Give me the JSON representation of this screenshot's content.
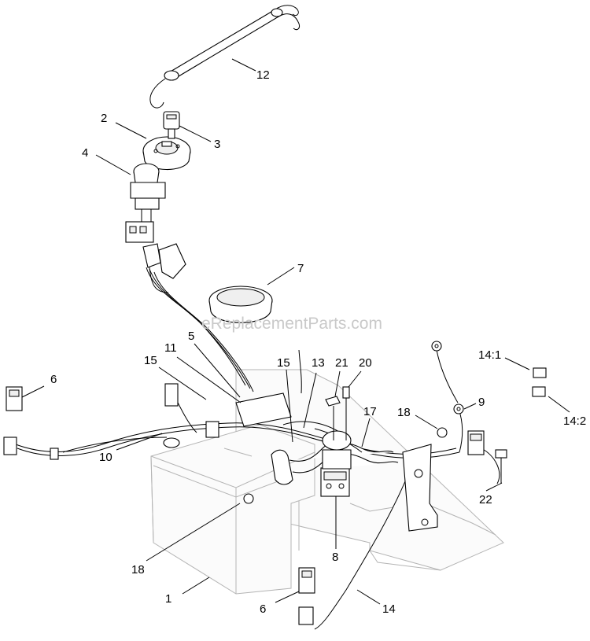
{
  "watermark": "eReplacementParts.com",
  "callouts": {
    "c1": "1",
    "c2": "2",
    "c3": "3",
    "c4": "4",
    "c5": "5",
    "c6a": "6",
    "c6b": "6",
    "c7": "7",
    "c8": "8",
    "c9": "9",
    "c10": "10",
    "c11": "11",
    "c12": "12",
    "c13": "13",
    "c14": "14",
    "c14_1": "14:1",
    "c14_2": "14:2",
    "c15a": "15",
    "c15b": "15",
    "c17": "17",
    "c18a": "18",
    "c18b": "18",
    "c20": "20",
    "c21": "21",
    "c22": "22"
  }
}
